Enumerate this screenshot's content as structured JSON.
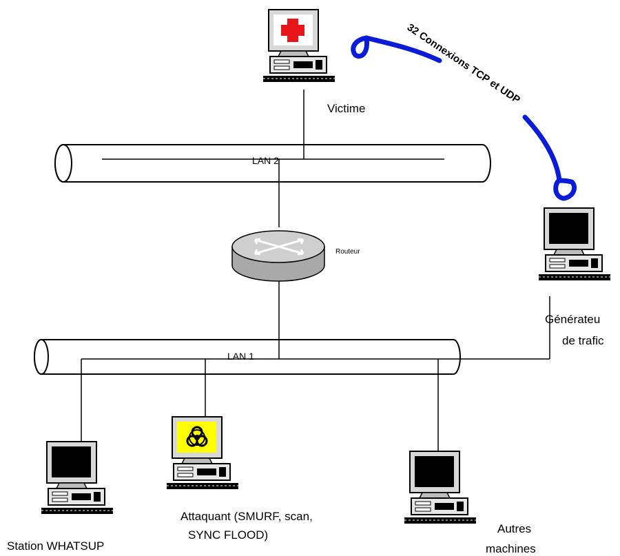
{
  "victim": {
    "label": "Victime",
    "icon": "red-cross-icon"
  },
  "lan2": {
    "label": "LAN 2"
  },
  "router": {
    "label": "Routeur",
    "icon": "router-icon"
  },
  "lan1": {
    "label": "LAN 1"
  },
  "traffic_generator": {
    "label_line1": "Générateu",
    "label_line2": "de trafic"
  },
  "connection": {
    "label": "32 Connexions TCP et UDP",
    "color": "#0a1cd8"
  },
  "station": {
    "label": "Station WHATSUP"
  },
  "attacker": {
    "label_line1": "Attaquant (SMURF, scan,",
    "label_line2": "SYNC FLOOD)",
    "icon": "biohazard-icon",
    "screen_color": "#ffff00"
  },
  "others": {
    "label_line1": "Autres",
    "label_line2": "machines"
  },
  "colors": {
    "victim_cross": "#e8151b",
    "router_body": "#a9a9a9"
  }
}
